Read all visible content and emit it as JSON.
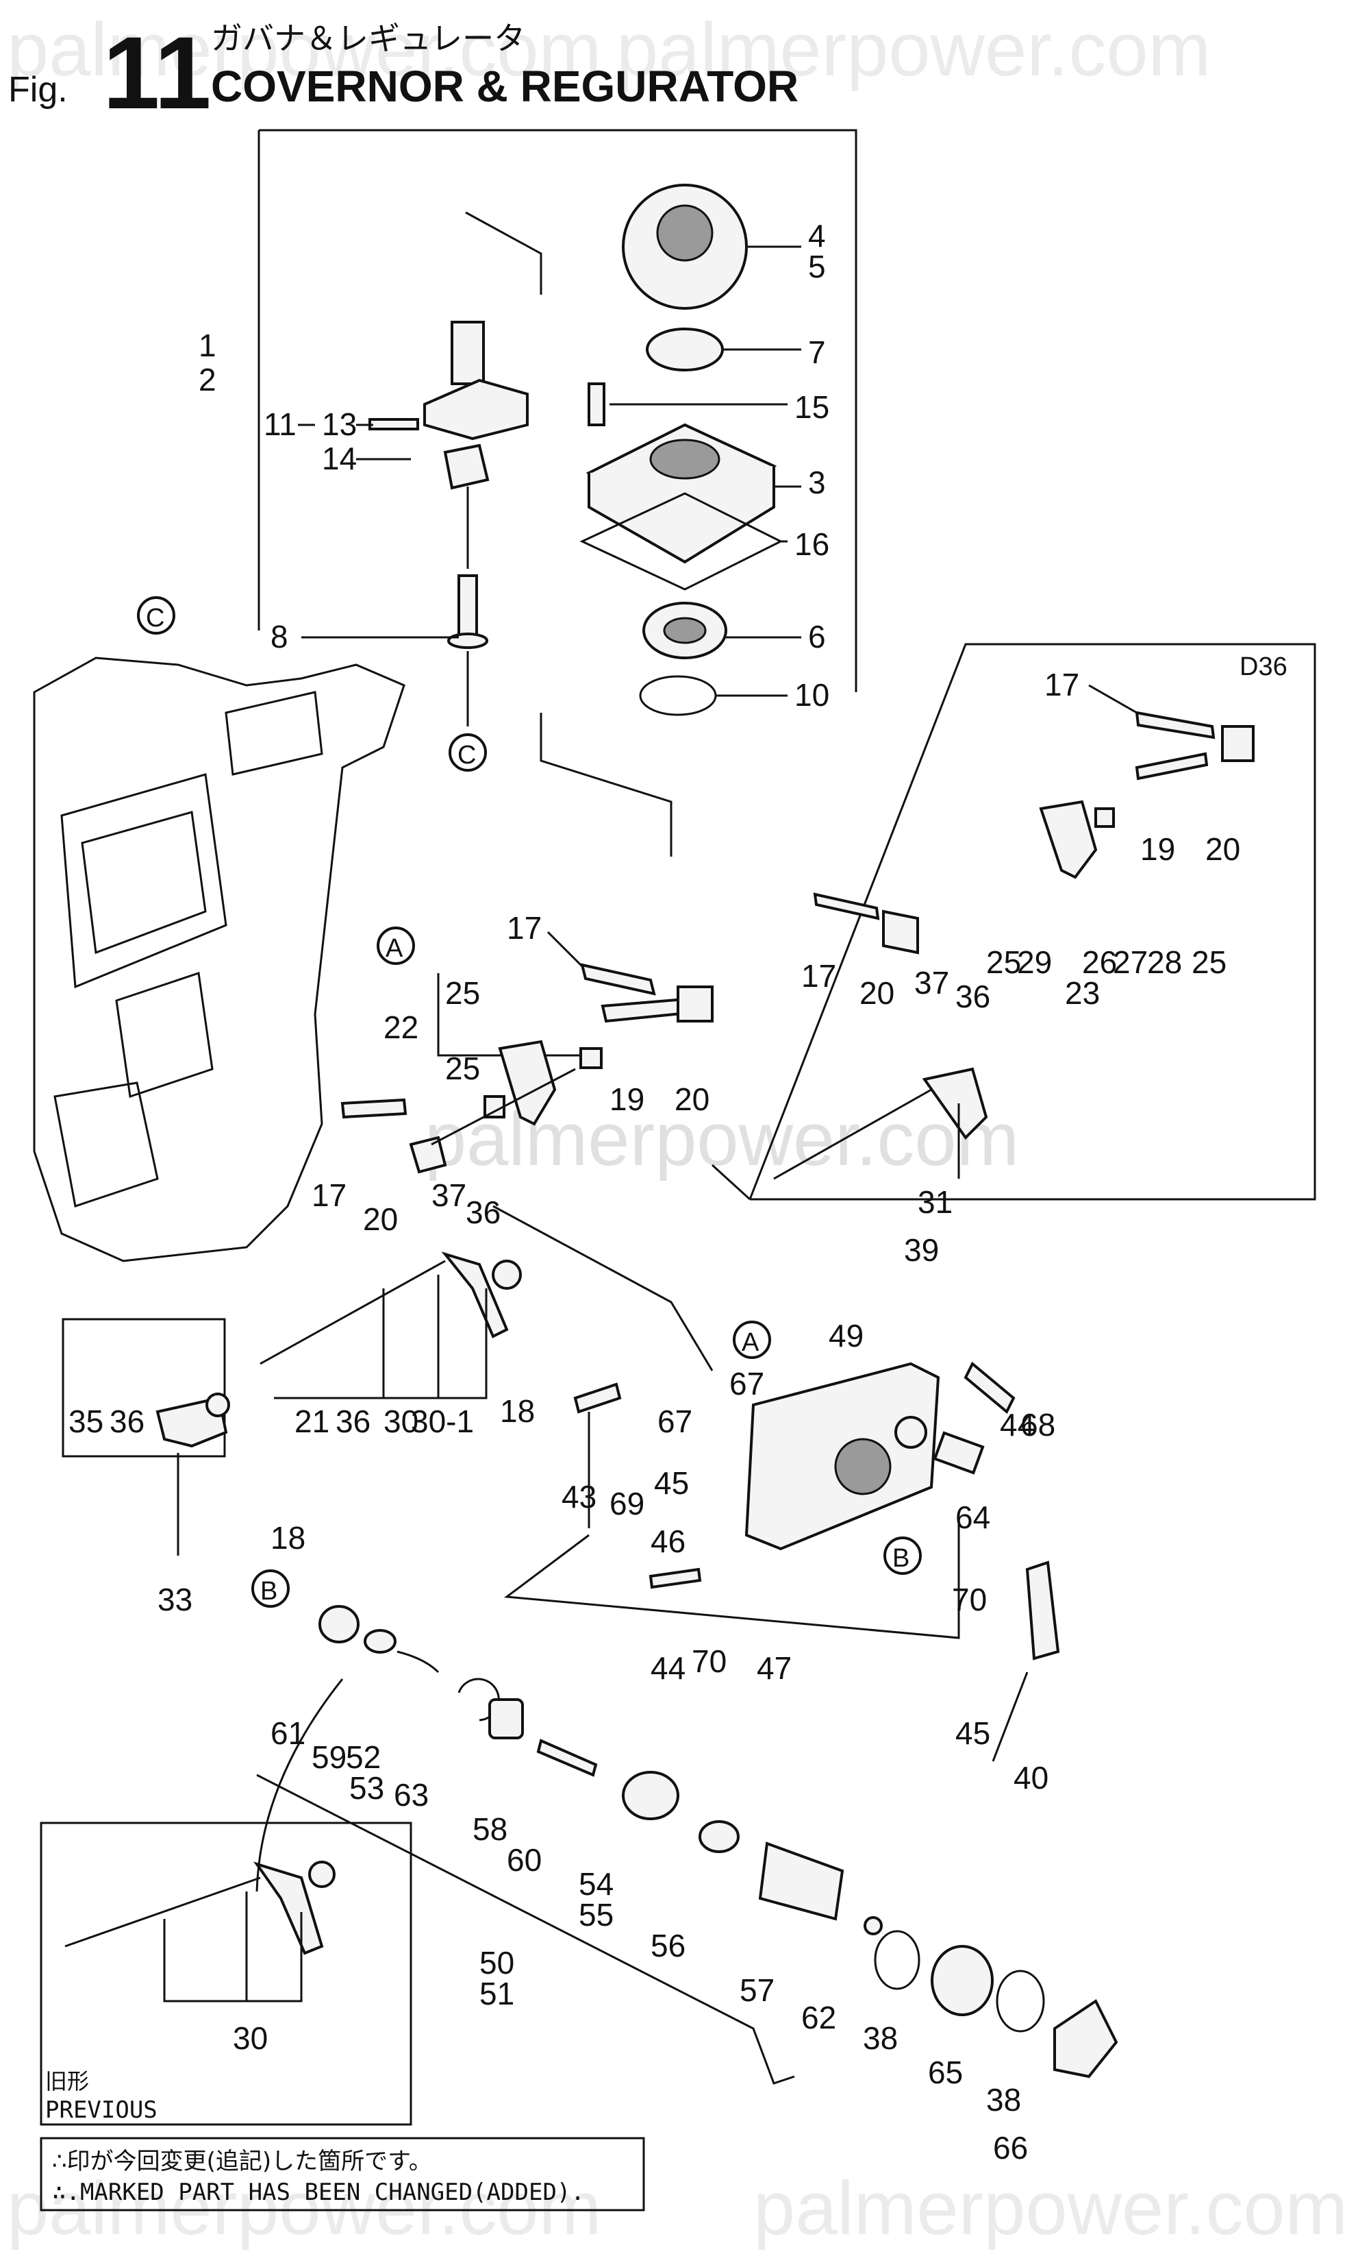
{
  "header": {
    "fig_prefix": "Fig.",
    "fig_number": "11",
    "title_jp": "ガバナ＆レギュレータ",
    "title_en": "COVERNOR & REGURATOR"
  },
  "watermark": "palmerpower.com",
  "inset_code": "D36",
  "ref_circles": [
    "C",
    "C",
    "A",
    "A",
    "B",
    "B"
  ],
  "part_numbers": [
    "1",
    "2",
    "3",
    "4",
    "5",
    "6",
    "7",
    "8",
    "10",
    "11",
    "13",
    "14",
    "15",
    "16",
    "17",
    "17",
    "17",
    "17",
    "18",
    "18",
    "19",
    "19",
    "20",
    "20",
    "20",
    "20",
    "21",
    "22",
    "23",
    "25",
    "25",
    "25",
    "25",
    "26",
    "27",
    "28",
    "29",
    "30",
    "30-1",
    "31",
    "33",
    "35",
    "36",
    "36",
    "36",
    "36",
    "37",
    "37",
    "38",
    "38",
    "39",
    "40",
    "43",
    "44",
    "44",
    "45",
    "45",
    "46",
    "47",
    "49",
    "50",
    "51",
    "52",
    "53",
    "54",
    "55",
    "56",
    "57",
    "58",
    "59",
    "60",
    "61",
    "62",
    "63",
    "64",
    "65",
    "66",
    "67",
    "67",
    "68",
    "69",
    "70",
    "70"
  ],
  "previous_box": {
    "label_jp": "旧形",
    "label_en": "PREVIOUS",
    "part": "30"
  },
  "footer_note": {
    "jp": "∴印が今回変更(追記)した箇所です。",
    "en": "∴.MARKED PART HAS BEEN CHANGED(ADDED)."
  }
}
